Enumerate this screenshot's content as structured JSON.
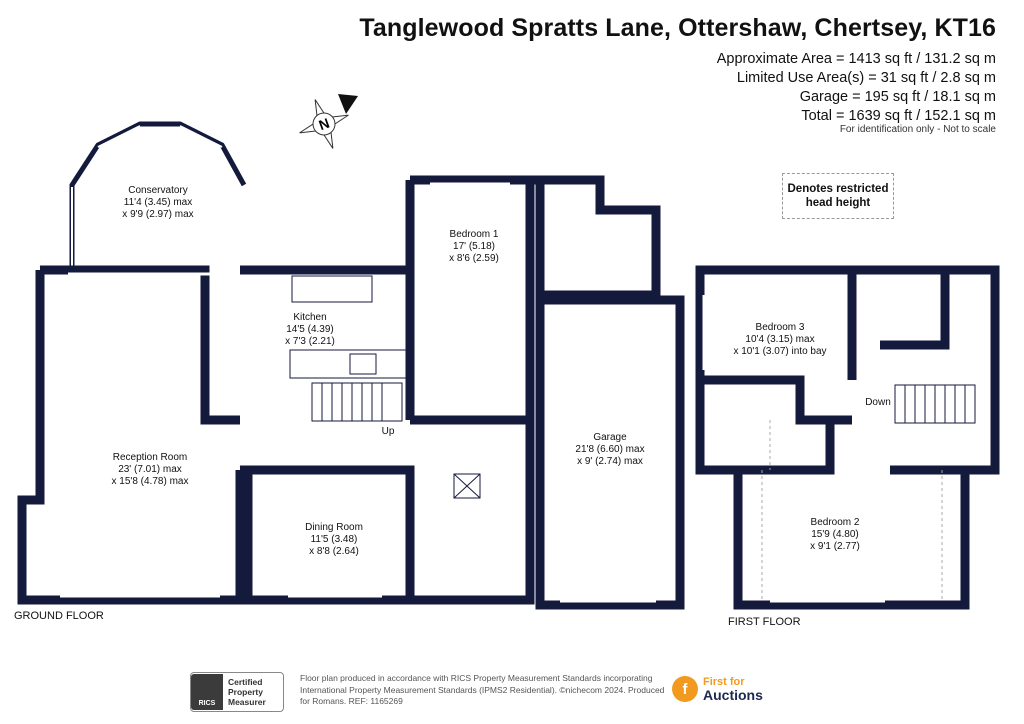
{
  "header": {
    "title": "Tanglewood Spratts Lane, Ottershaw, Chertsey, KT16",
    "areas": [
      "Approximate Area = 1413 sq ft / 131.2 sq m",
      "Limited Use Area(s) = 31 sq ft / 2.8 sq m",
      "Garage = 195 sq ft / 18.1 sq m",
      "Total = 1639 sq ft / 152.1 sq m"
    ],
    "disclaimer": "For identification only - Not to scale"
  },
  "compass": {
    "label": "N",
    "icon": "north-arrow-icon"
  },
  "legend": {
    "line1": "Denotes restricted",
    "line2": "head height"
  },
  "floors": {
    "ground": {
      "label": "GROUND FLOOR"
    },
    "first": {
      "label": "FIRST FLOOR"
    }
  },
  "rooms": {
    "conservatory": {
      "name": "Conservatory",
      "dim1": "11'4 (3.45) max",
      "dim2": "x 9'9 (2.97) max"
    },
    "kitchen": {
      "name": "Kitchen",
      "dim1": "14'5 (4.39)",
      "dim2": "x 7'3 (2.21)"
    },
    "reception": {
      "name": "Reception Room",
      "dim1": "23' (7.01) max",
      "dim2": "x 15'8 (4.78) max"
    },
    "dining": {
      "name": "Dining Room",
      "dim1": "11'5 (3.48)",
      "dim2": "x 8'8 (2.64)"
    },
    "bedroom1": {
      "name": "Bedroom 1",
      "dim1": "17' (5.18)",
      "dim2": "x 8'6 (2.59)"
    },
    "garage": {
      "name": "Garage",
      "dim1": "21'8 (6.60) max",
      "dim2": "x 9' (2.74) max"
    },
    "bedroom3": {
      "name": "Bedroom 3",
      "dim1": "10'4 (3.15) max",
      "dim2": "x 10'1 (3.07) into bay"
    },
    "bedroom2": {
      "name": "Bedroom 2",
      "dim1": "15'9 (4.80)",
      "dim2": "x 9'1 (2.77)"
    }
  },
  "stairs": {
    "up": "Up",
    "down": "Down"
  },
  "footer": {
    "rics_mark": "RICS",
    "rics_line1": "Certified",
    "rics_line2": "Property",
    "rics_line3": "Measurer",
    "note": "Floor plan produced in accordance with RICS Property Measurement Standards incorporating International Property Measurement Standards (IPMS2 Residential). ©nichecom 2024. Produced for Romans.  REF: 1165269",
    "brand_icon": "f-logo-icon",
    "brand_icon_glyph": "f",
    "brand_line1": "First for",
    "brand_line2": "Auctions",
    "brand_orange": "#f29a1f",
    "brand_navy": "#1d2951"
  },
  "colors": {
    "wall": "#141a3c",
    "window": "#ffffff"
  }
}
